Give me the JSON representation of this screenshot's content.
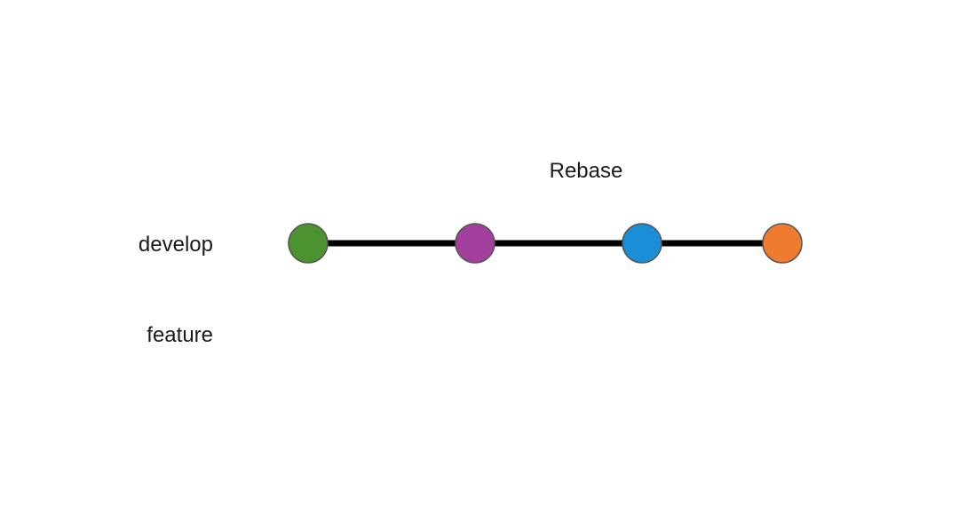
{
  "title": "Rebase",
  "branches": {
    "develop": "develop",
    "feature": "feature"
  },
  "commits": [
    {
      "color": "#4a9330"
    },
    {
      "color": "#a3409e"
    },
    {
      "color": "#1a8fd8"
    },
    {
      "color": "#ef7b2f"
    }
  ],
  "colors": {
    "line": "#000000",
    "commit_stroke": "#555555"
  }
}
